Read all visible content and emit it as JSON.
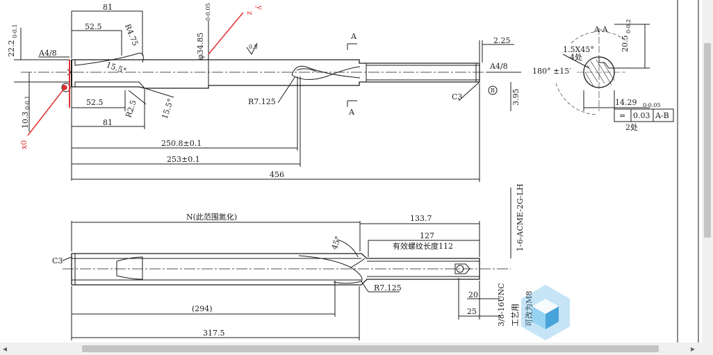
{
  "labels": {
    "top_81": "81",
    "top_52_5": "52.5",
    "r4_75": "R4.75",
    "dia_34_85": "φ34.85",
    "dia_34_85_tol": "0-0.05",
    "ra_0_8": "0.8",
    "section_a_top": "A",
    "section_a_bottom": "A",
    "dim_2_25": "2.25",
    "a4_8_left": "A4/8",
    "a4_8_right": "A4/8",
    "dim_22_2": "22.2",
    "dim_22_2_tol": "0-0.1",
    "dim_10_3": "10.3",
    "dim_10_3_tol": "0-0.1",
    "angle_15_5_a": "15.5°",
    "bot_52_5": "52.5",
    "r2_5": "R2.5",
    "angle_15_5_b": "15.5°",
    "bot_81": "81",
    "r7_125_top": "R7.125",
    "c3_top": "C3",
    "datum_b": "B",
    "dim_3_95": "3.95",
    "dim_250_8": "250.8±0.1",
    "dim_253": "253±0.1",
    "dim_456": "456",
    "x0": "x0",
    "z": "z",
    "y": "y",
    "sec_title": "A-A",
    "chamfer": "1.5X45°",
    "chamfer_count": "4处",
    "dim_20_5": "20.5",
    "dim_20_5_tol": "0-0.2",
    "angle_180": "180° ±15′",
    "dim_14_29": "14.29",
    "dim_14_29_tol": "0-0.05",
    "tol_symbol": "=",
    "tol_value": "0.03",
    "tol_datum": "A-B",
    "two_places": "2处",
    "nitride": "N(此范围氮化)",
    "dim_133_7": "133.7",
    "dim_127": "127",
    "thread_len": "有效螺纹长度112",
    "thread_spec": "1-6-ACME-2G-LH",
    "c3_bottom": "C3",
    "angle_45": "45°",
    "r7_125_bottom": "R7.125",
    "dim_20": "20",
    "dim_25": "25",
    "dim_294": "(294)",
    "dim_317_5": "317.5",
    "unc_spec": "3/8-16UNC",
    "process_use": "工艺用",
    "change_m8": "可改为M8"
  },
  "colors": {
    "line": "#1a1a1a",
    "annotation": "#e03030",
    "logo": "#5ab4e6"
  },
  "icons": {
    "scroll_left": "◂",
    "scroll_right": "▸",
    "logo": "cube-logo-icon"
  }
}
